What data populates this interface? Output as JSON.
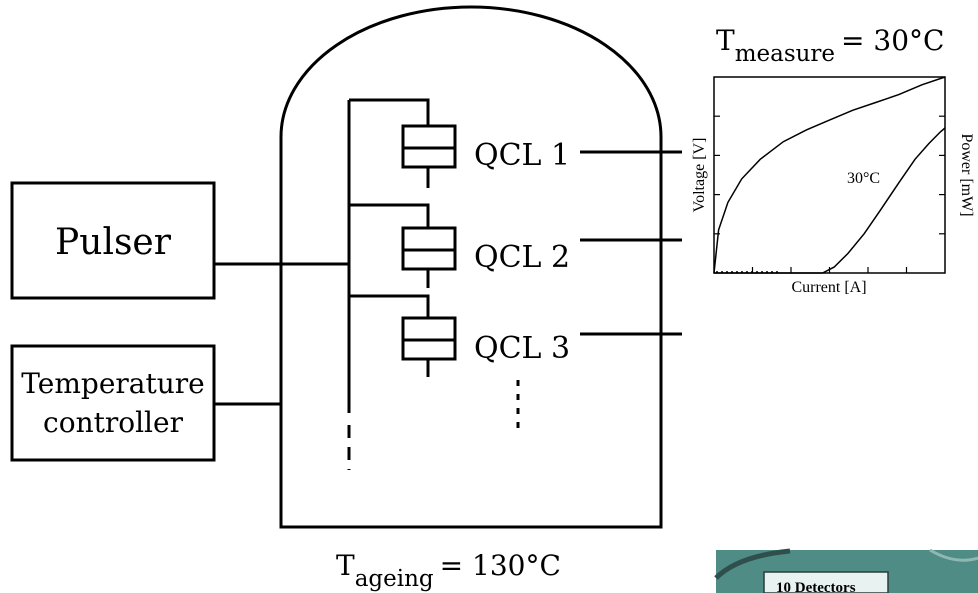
{
  "blocks": {
    "pulser": {
      "label": "Pulser"
    },
    "temperature_controller": {
      "line1": "Temperature",
      "line2": "controller"
    }
  },
  "chamber": {
    "temperature_label": {
      "main": "T",
      "subscript": "ageing",
      "value": "= 130°C"
    }
  },
  "lasers": [
    {
      "label": "QCL 1"
    },
    {
      "label": "QCL 2"
    },
    {
      "label": "QCL 3"
    }
  ],
  "measurement": {
    "temperature_label": {
      "main": "T",
      "subscript": "measure",
      "value": "= 30°C"
    },
    "chart": {
      "xlabel": "Current [A]",
      "ylabel_left": "Voltage [V]",
      "ylabel_right": "Power [mW]",
      "annotation": "30°C"
    }
  },
  "photo_inset": {
    "caption": "10 Detectors",
    "colors": {
      "background": "#4f8c86",
      "label_bg": "#e8f2f0"
    }
  },
  "chart_data": {
    "type": "line",
    "title": "",
    "xlabel": "Current [A]",
    "ylabel": "Voltage [V]",
    "ylabel_right": "Power [mW]",
    "annotation": "30°C",
    "xlim": [
      0,
      1
    ],
    "ylim": [
      0,
      1
    ],
    "series": [
      {
        "x": [
          0,
          0.02,
          0.06,
          0.12,
          0.2,
          0.3,
          0.4,
          0.5,
          0.6,
          0.7,
          0.8,
          0.9,
          1.0
        ],
        "y": [
          0,
          0.22,
          0.36,
          0.48,
          0.58,
          0.67,
          0.73,
          0.78,
          0.83,
          0.87,
          0.91,
          0.96,
          1.0
        ]
      },
      {
        "x": [
          0,
          0.47,
          0.52,
          0.58,
          0.65,
          0.72,
          0.8,
          0.87,
          0.93,
          0.98,
          1.0
        ],
        "y": [
          0,
          0,
          0.03,
          0.1,
          0.2,
          0.32,
          0.46,
          0.58,
          0.66,
          0.72,
          0.74
        ]
      }
    ]
  }
}
